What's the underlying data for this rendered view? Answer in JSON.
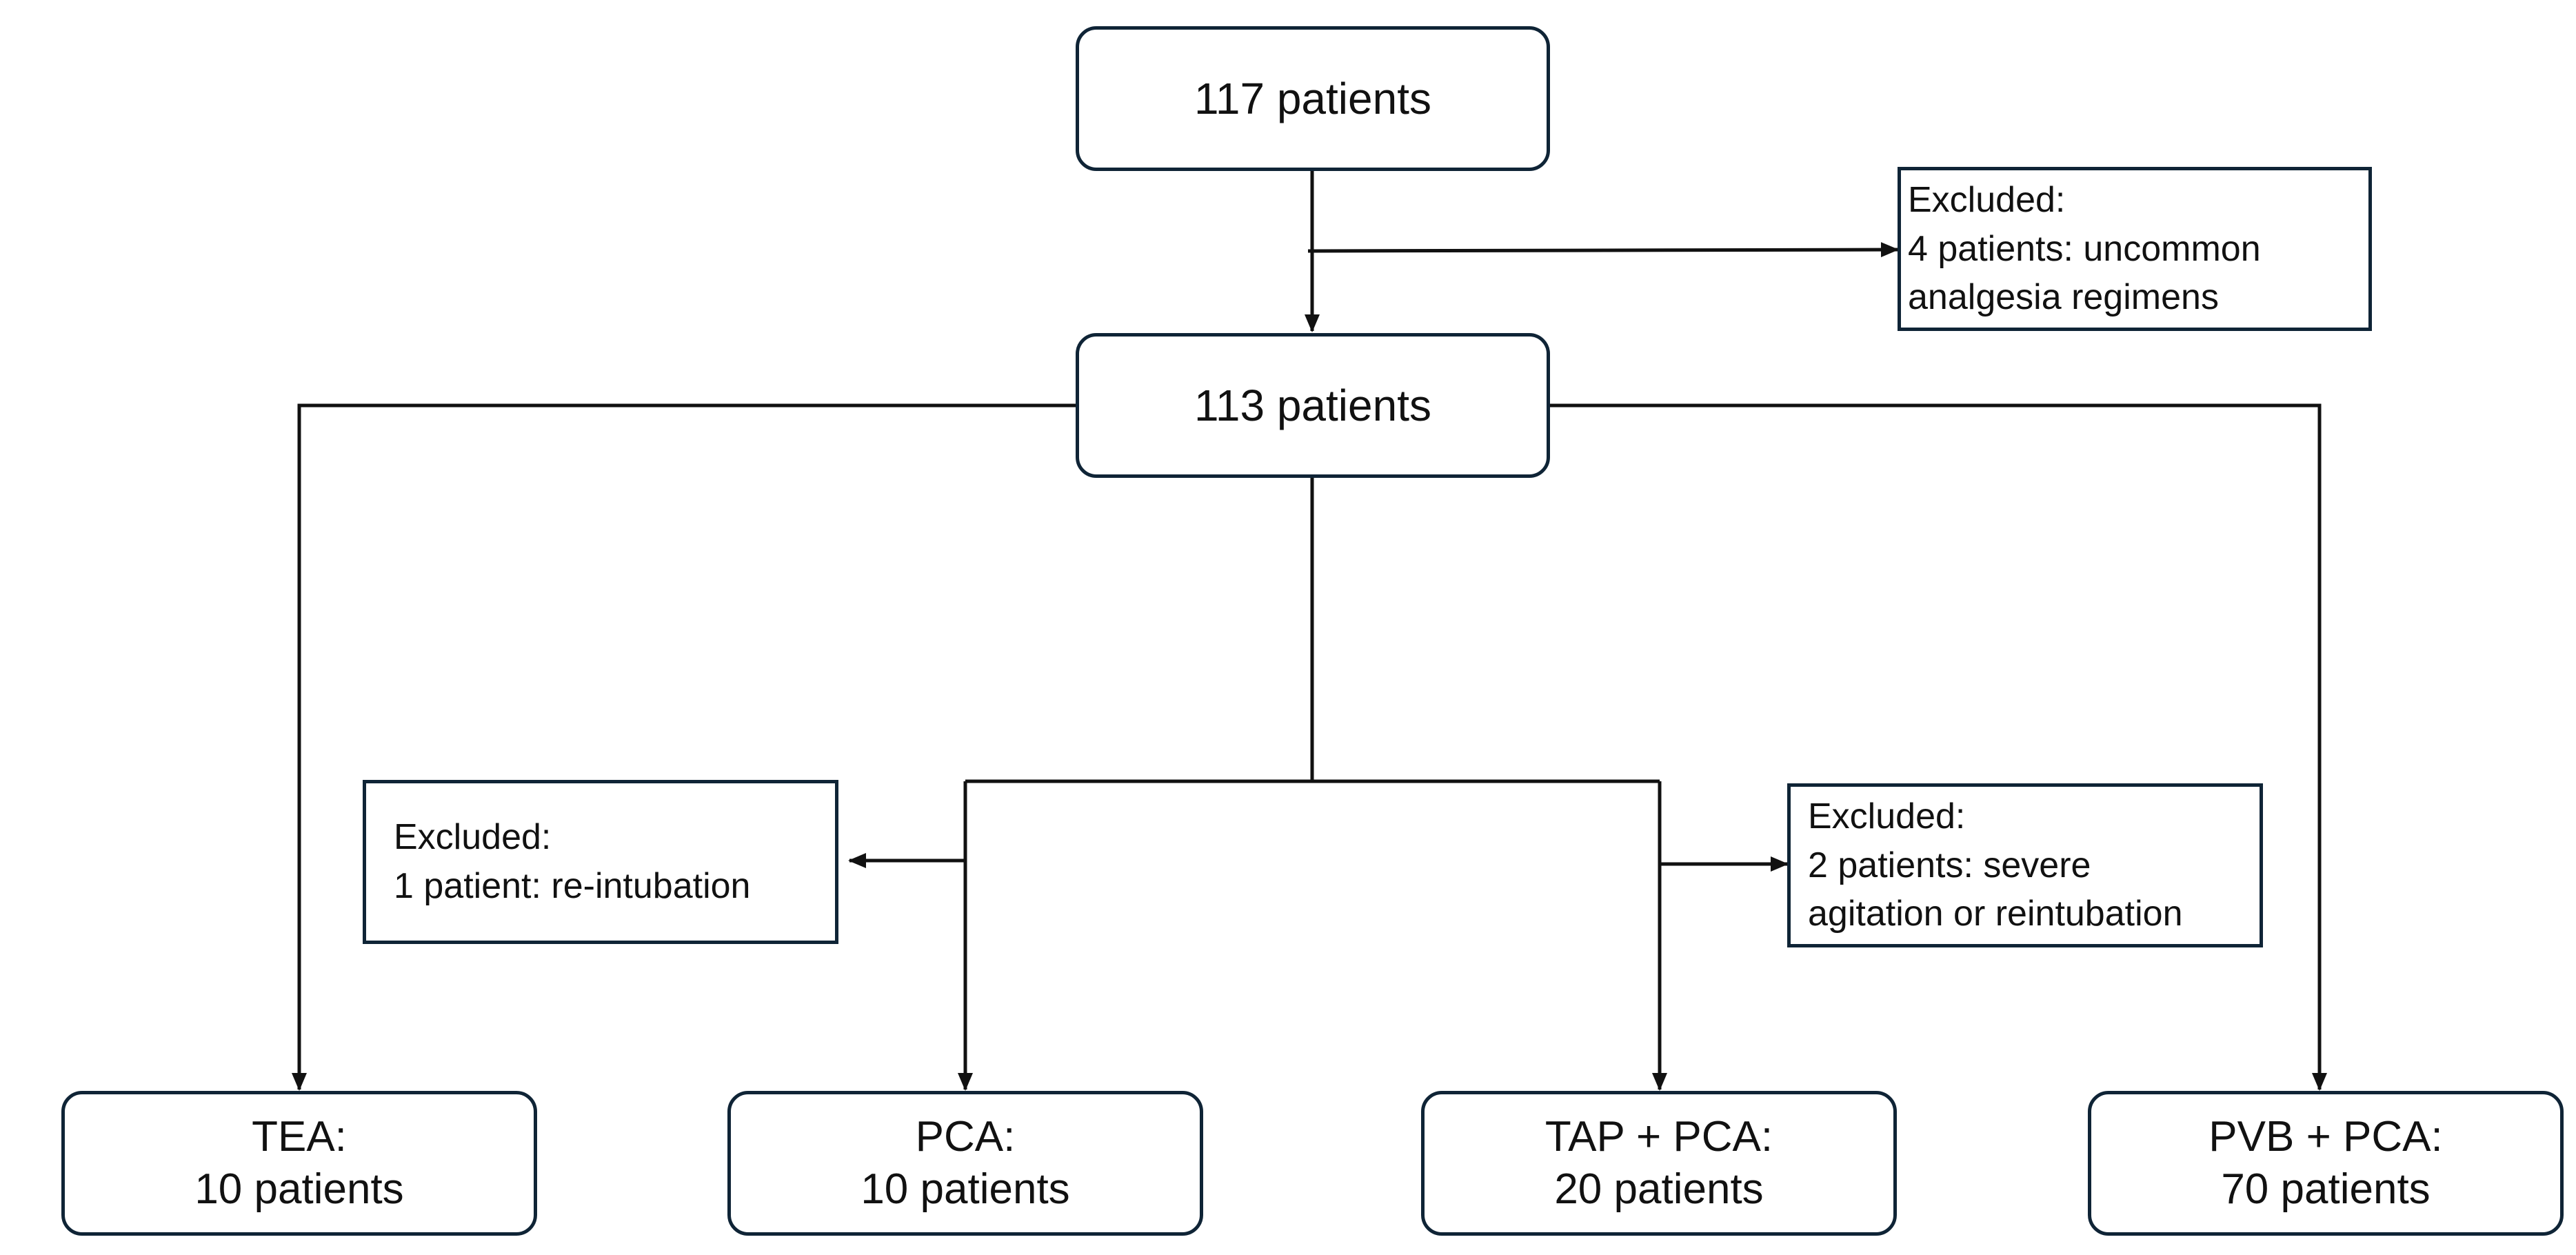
{
  "top_box": {
    "text": "117 patients"
  },
  "middle_box": {
    "text": "113 patients"
  },
  "exclusion_top": {
    "heading": "Excluded:",
    "line1": "4 patients: uncommon",
    "line2": "analgesia regimens"
  },
  "exclusion_pca": {
    "heading": "Excluded:",
    "line1": "1 patient: re-intubation"
  },
  "exclusion_tap": {
    "heading": "Excluded:",
    "line1": "2 patients: severe",
    "line2": "agitation or reintubation"
  },
  "groups": [
    {
      "name": "TEA:",
      "count": "10 patients"
    },
    {
      "name": "PCA:",
      "count": "10 patients"
    },
    {
      "name": "TAP + PCA:",
      "count": "20 patients"
    },
    {
      "name": "PVB + PCA:",
      "count": "70 patients"
    }
  ],
  "colors": {
    "border": "#0f2436",
    "line": "#111111",
    "background": "#ffffff"
  }
}
